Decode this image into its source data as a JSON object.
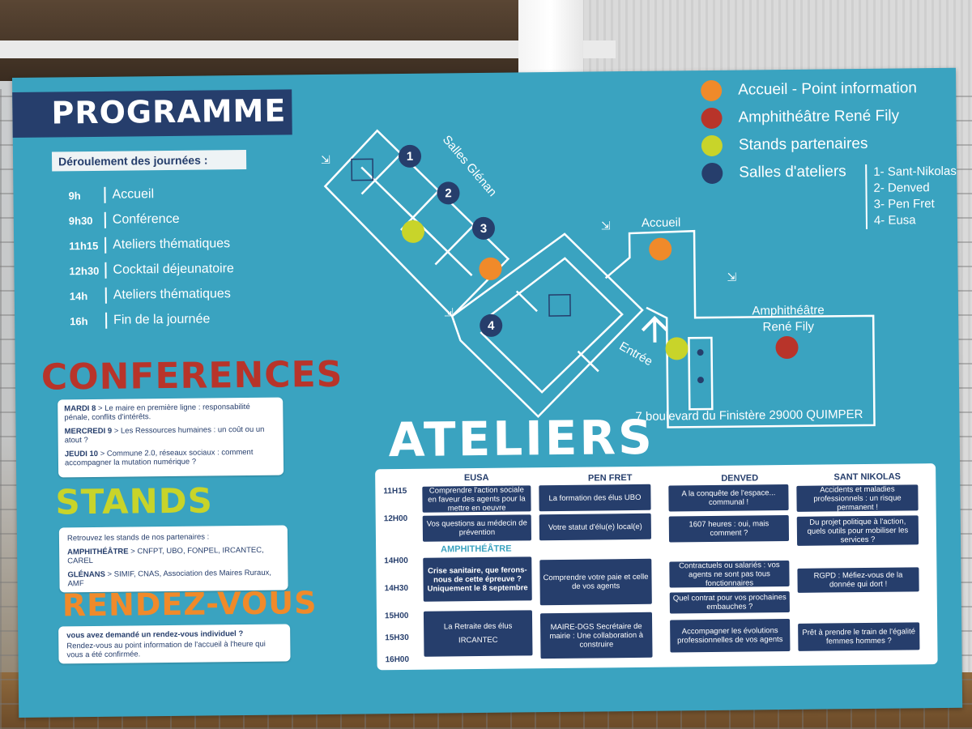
{
  "programme": {
    "title": "PROGRAMME",
    "subtitle": "Déroulement des journées :",
    "schedule": [
      {
        "time": "9h",
        "label": "Accueil"
      },
      {
        "time": "9h30",
        "label": "Conférence"
      },
      {
        "time": "11h15",
        "label": "Ateliers thématiques"
      },
      {
        "time": "12h30",
        "label": "Cocktail déjeunatoire"
      },
      {
        "time": "14h",
        "label": "Ateliers thématiques"
      },
      {
        "time": "16h",
        "label": "Fin de la journée"
      }
    ]
  },
  "conferences": {
    "title": "CONFERENCES",
    "items": [
      {
        "day": "MARDI 8",
        "text": "> Le maire en première ligne : responsabilité pénale, conflits d'intérêts."
      },
      {
        "day": "MERCREDI 9",
        "text": "> Les Ressources humaines : un coût ou un atout ?"
      },
      {
        "day": "JEUDI 10",
        "text": "> Commune 2.0, réseaux sociaux : comment accompagner la mutation numérique ?"
      }
    ]
  },
  "stands": {
    "title": "STANDS",
    "intro": "Retrouvez les stands de nos partenaires :",
    "amphi_label": "AMPHITHÉÂTRE",
    "amphi_text": "> CNFPT, UBO, FONPEL, IRCANTEC, CAREL",
    "glenans_label": "GLÉNANS",
    "glenans_text": "> SIMIF, CNAS, Association des Maires Ruraux, AMF"
  },
  "rdv": {
    "title": "RENDEZ-VOUS",
    "line1": "vous avez demandé un rendez-vous individuel ?",
    "line2": "Rendez-vous au point information de l'accueil à l'heure qui vous a été confirmée."
  },
  "legend": {
    "items": [
      {
        "label": "Accueil - Point information",
        "color": "#f08a2a"
      },
      {
        "label": "Amphithéâtre René Fily",
        "color": "#b8342a"
      },
      {
        "label": "Stands partenaires",
        "color": "#c8d42a"
      },
      {
        "label": "Salles d'ateliers",
        "color": "#263e6c"
      }
    ],
    "salles": [
      "1- Sant-Nikolas",
      "2- Denved",
      "3- Pen Fret",
      "4- Eusa"
    ]
  },
  "map": {
    "salles_glenan": "Salles Glénan",
    "accueil": "Accueil",
    "amphi_line1": "Amphithéâtre",
    "amphi_line2": "René Fily",
    "entree": "Entrée",
    "rooms": [
      "1",
      "2",
      "3",
      "4"
    ],
    "address": "7 boulevard du Finistère 29000 QUIMPER"
  },
  "ateliers": {
    "title": "ATELIERS",
    "columns": [
      "EUSA",
      "PEN FRET",
      "DENVED",
      "SANT NIKOLAS"
    ],
    "amphi_header": "AMPHITHÉÂTRE",
    "times": [
      "11H15",
      "12H00",
      "14H00",
      "14H30",
      "15H00",
      "15H30",
      "16H00"
    ],
    "sessions": {
      "eusa_1": "Comprendre l'action sociale en faveur des agents pour la mettre en oeuvre",
      "eusa_2": "Vos questions au médecin de prévention",
      "amphi_1_a": "Crise sanitaire, que ferons-nous de cette épreuve ?",
      "amphi_1_b": "Uniquement le 8 septembre",
      "amphi_2_a": "La Retraite des élus",
      "amphi_2_b": "IRCANTEC",
      "penfret_1": "La formation des élus UBO",
      "penfret_2": "Votre statut d'élu(e) local(e)",
      "penfret_3": "Comprendre votre paie et celle de vos agents",
      "penfret_4": "MAIRE-DGS Secrétaire de mairie : Une collaboration à construire",
      "denved_1": "A la conquête de l'espace... communal !",
      "denved_2": "1607 heures : oui, mais comment ?",
      "denved_3": "Contractuels ou salariés : vos agents ne sont pas tous fonctionnaires",
      "denved_4": "Quel contrat pour vos prochaines embauches ?",
      "denved_5": "Accompagner les évolutions professionnelles de vos agents",
      "sant_1": "Accidents et maladies professionnels : un risque permanent !",
      "sant_2": "Du projet politique à l'action, quels outils pour mobiliser les services ?",
      "sant_3": "RGPD : Méfiez-vous de la donnée qui dort !",
      "sant_4": "Prêt à prendre le train de l'égalité femmes hommes ?"
    }
  },
  "colors": {
    "poster": "#3aa3c0",
    "navy": "#263e6c",
    "orange": "#f08a2a",
    "red": "#b8342a",
    "yellow": "#c8d42a"
  }
}
